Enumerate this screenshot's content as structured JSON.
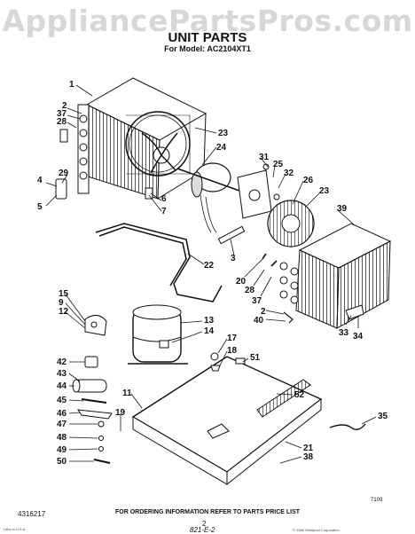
{
  "watermark": "AppliancePartsPros.com",
  "title": "UNIT PARTS",
  "subtitle": "For Model: AC2104XT1",
  "callouts": [
    {
      "id": "c1",
      "label": "1"
    },
    {
      "id": "c2a",
      "label": "2"
    },
    {
      "id": "c37a",
      "label": "37"
    },
    {
      "id": "c28a",
      "label": "28"
    },
    {
      "id": "c29",
      "label": "29"
    },
    {
      "id": "c4",
      "label": "4"
    },
    {
      "id": "c5",
      "label": "5"
    },
    {
      "id": "c6",
      "label": "6"
    },
    {
      "id": "c7",
      "label": "7"
    },
    {
      "id": "c23a",
      "label": "23"
    },
    {
      "id": "c24",
      "label": "24"
    },
    {
      "id": "c31",
      "label": "31"
    },
    {
      "id": "c25",
      "label": "25"
    },
    {
      "id": "c32",
      "label": "32"
    },
    {
      "id": "c26",
      "label": "26"
    },
    {
      "id": "c23b",
      "label": "23"
    },
    {
      "id": "c39",
      "label": "39"
    },
    {
      "id": "c3",
      "label": "3"
    },
    {
      "id": "c22",
      "label": "22"
    },
    {
      "id": "c20",
      "label": "20"
    },
    {
      "id": "c28b",
      "label": "28"
    },
    {
      "id": "c37b",
      "label": "37"
    },
    {
      "id": "c2b",
      "label": "2"
    },
    {
      "id": "c40",
      "label": "40"
    },
    {
      "id": "c15",
      "label": "15"
    },
    {
      "id": "c9",
      "label": "9"
    },
    {
      "id": "c12",
      "label": "12"
    },
    {
      "id": "c13",
      "label": "13"
    },
    {
      "id": "c14",
      "label": "14"
    },
    {
      "id": "c17",
      "label": "17"
    },
    {
      "id": "c18",
      "label": "18"
    },
    {
      "id": "c51",
      "label": "51"
    },
    {
      "id": "c33",
      "label": "33"
    },
    {
      "id": "c34",
      "label": "34"
    },
    {
      "id": "c42",
      "label": "42"
    },
    {
      "id": "c43",
      "label": "43"
    },
    {
      "id": "c44",
      "label": "44"
    },
    {
      "id": "c45",
      "label": "45"
    },
    {
      "id": "c46",
      "label": "46"
    },
    {
      "id": "c47",
      "label": "47"
    },
    {
      "id": "c48",
      "label": "48"
    },
    {
      "id": "c49",
      "label": "49"
    },
    {
      "id": "c50",
      "label": "50"
    },
    {
      "id": "c11",
      "label": "11"
    },
    {
      "id": "c19",
      "label": "19"
    },
    {
      "id": "c52",
      "label": "52"
    },
    {
      "id": "c35",
      "label": "35"
    },
    {
      "id": "c21",
      "label": "21"
    },
    {
      "id": "c38",
      "label": "38"
    }
  ],
  "footer": {
    "ordering_info": "FOR ORDERING INFORMATION REFER TO PARTS PRICE LIST",
    "part_number": "4316217",
    "page": "2",
    "handwritten": "821-E-2",
    "code": "7109",
    "copyright": "© 1988 Whirlpool Corporation",
    "note": "Litho in U.S.A."
  }
}
